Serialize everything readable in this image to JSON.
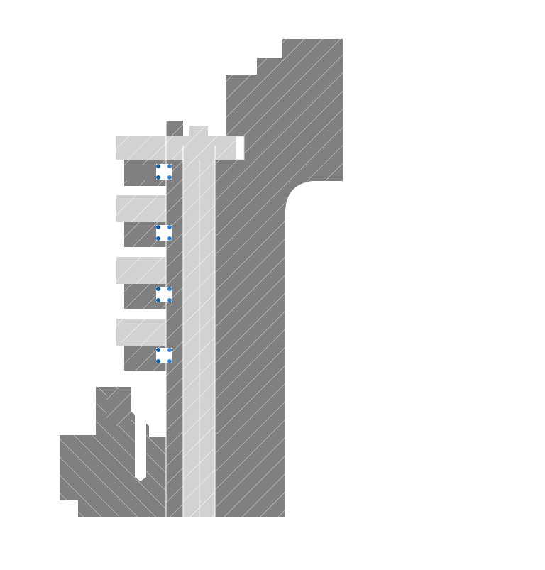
{
  "diagram": {
    "kind": "mechanical-cross-section",
    "colors": {
      "background": "#ffffff",
      "body_dark": "#808080",
      "body_light": "#d2d2d2",
      "hatch_line": "#ffffff",
      "seal_ring": "#ffffff",
      "seal_dot_dark": "#0a5fa8",
      "seal_dot_light": "#2b86d6"
    },
    "parts": [
      {
        "id": "housing",
        "label": "",
        "fill": "dark"
      },
      {
        "id": "base-block",
        "label": "",
        "fill": "dark"
      },
      {
        "id": "shaft",
        "label": "",
        "fill": "light"
      },
      {
        "id": "top-flange",
        "label": "",
        "fill": "light"
      },
      {
        "id": "seal-carrier-1",
        "label": "",
        "fill": "light"
      },
      {
        "id": "seal-carrier-2",
        "label": "",
        "fill": "light"
      },
      {
        "id": "seal-carrier-3",
        "label": "",
        "fill": "light"
      },
      {
        "id": "seal-carrier-4",
        "label": "",
        "fill": "light"
      },
      {
        "id": "retaining-clip",
        "label": "",
        "fill": "dark"
      }
    ],
    "seals": [
      {
        "id": "seal-1",
        "label": "",
        "icon": "o-ring-seal-icon"
      },
      {
        "id": "seal-2",
        "label": "",
        "icon": "o-ring-seal-icon"
      },
      {
        "id": "seal-3",
        "label": "",
        "icon": "o-ring-seal-icon"
      },
      {
        "id": "seal-4",
        "label": "",
        "icon": "o-ring-seal-icon"
      }
    ]
  }
}
